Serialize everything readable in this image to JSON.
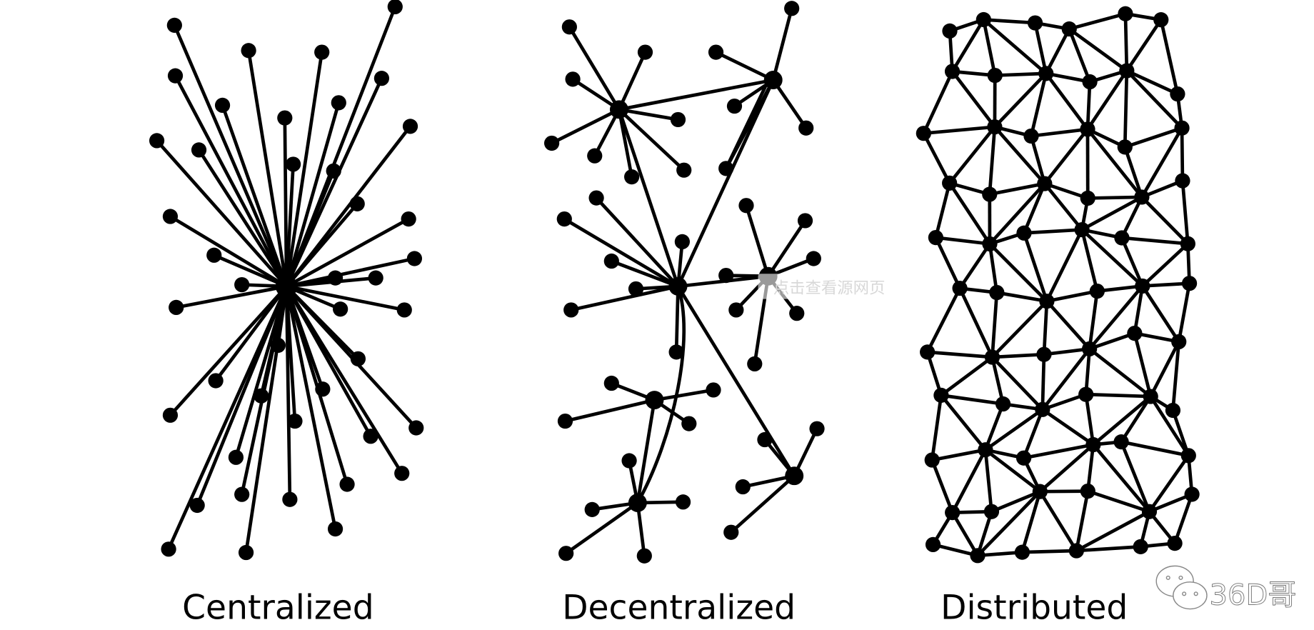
{
  "diagrams": [
    {
      "label": "Centralized"
    },
    {
      "label": "Decentralized"
    },
    {
      "label": "Distributed"
    }
  ],
  "overlay_hint": "点击查看源网页",
  "watermark": {
    "icon": "wechat-icon",
    "text": "36D哥"
  },
  "colors": {
    "ink": "#000000",
    "background": "#ffffff"
  }
}
